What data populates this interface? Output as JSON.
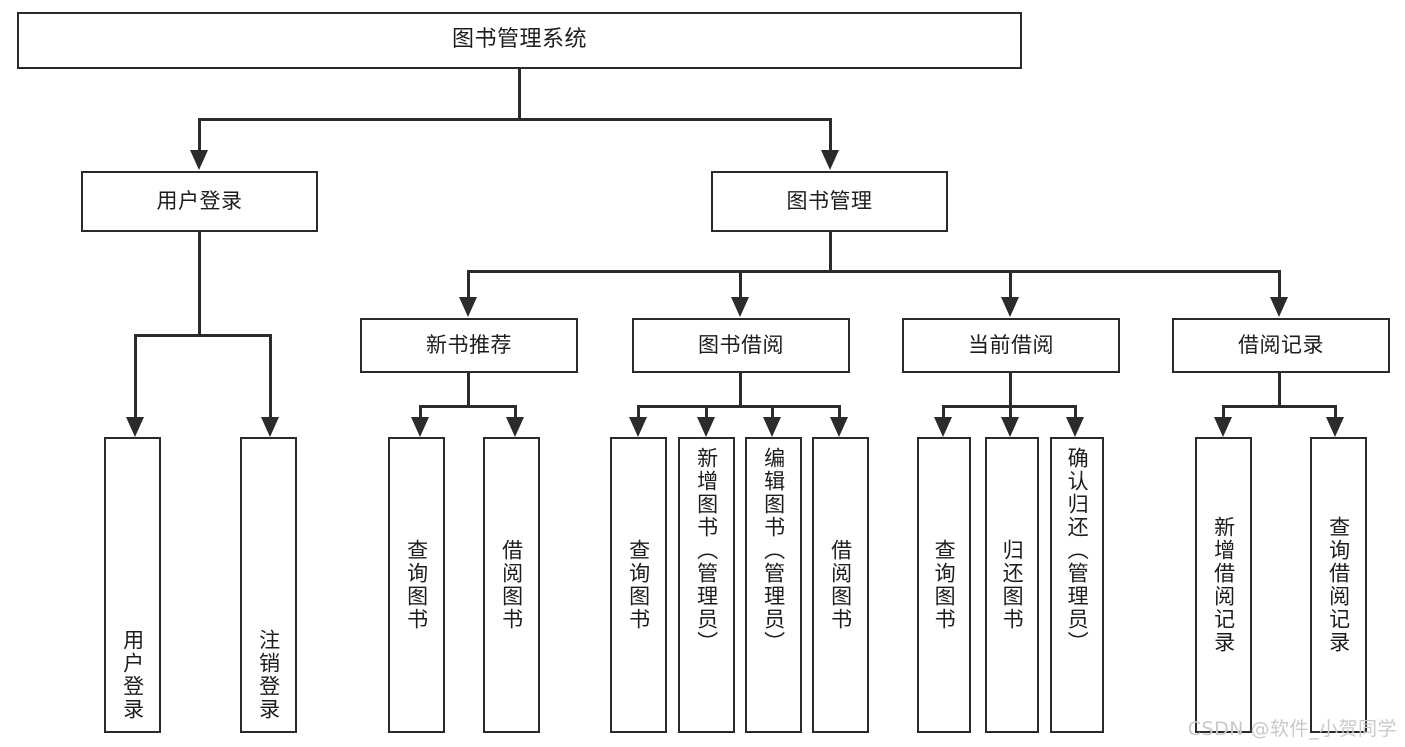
{
  "diagram": {
    "title": "图书管理系统",
    "type": "tree",
    "watermark": "CSDN @软件_小贺同学",
    "colors": {
      "stroke": "#2b2b2b",
      "fill": "#ffffff",
      "text": "#1d1d1d",
      "watermark": "#c9c9c9"
    },
    "levels": {
      "root": {
        "label": "图书管理系统"
      },
      "level1": [
        {
          "label": "用户登录"
        },
        {
          "label": "图书管理"
        }
      ],
      "level2": [
        {
          "label": "新书推荐"
        },
        {
          "label": "图书借阅"
        },
        {
          "label": "当前借阅"
        },
        {
          "label": "借阅记录"
        }
      ],
      "leaves": {
        "user_login": [
          {
            "label": "用户登录"
          },
          {
            "label": "注销登录"
          }
        ],
        "new_book_recommend": [
          {
            "label": "查询图书"
          },
          {
            "label": "借阅图书"
          }
        ],
        "book_borrow": [
          {
            "label": "查询图书"
          },
          {
            "label": "新增图书（管理员）"
          },
          {
            "label": "编辑图书（管理员）"
          },
          {
            "label": "借阅图书"
          }
        ],
        "current_borrow": [
          {
            "label": "查询图书"
          },
          {
            "label": "归还图书"
          },
          {
            "label": "确认归还（管理员）"
          }
        ],
        "borrow_records": [
          {
            "label": "新增借阅记录"
          },
          {
            "label": "查询借阅记录"
          }
        ]
      }
    }
  }
}
